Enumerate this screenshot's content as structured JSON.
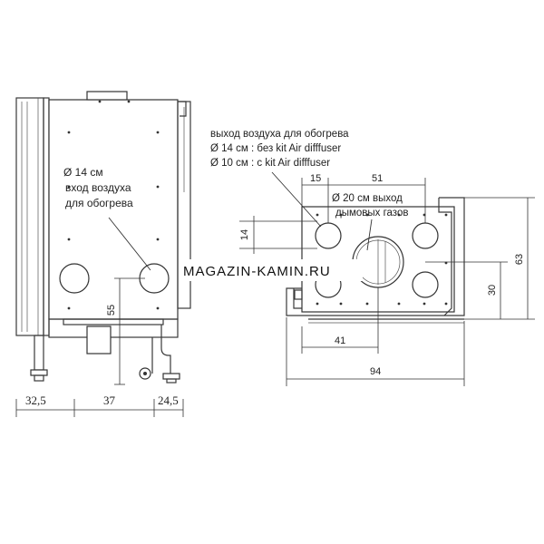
{
  "watermark": "MAGAZIN-KAMIN.RU",
  "front_view": {
    "label_dia": "Ø 14 см",
    "label_line2": "вход воздуха",
    "label_line3": "для обогрева",
    "dim_vertical": "55",
    "dim_left": "32,5",
    "dim_center": "37",
    "dim_right": "24,5"
  },
  "top_view": {
    "label_outlet_1": "выход воздуха для обогрева",
    "label_outlet_2": "Ø 14 см : без kit Air difffuser",
    "label_outlet_3": "Ø 10 см : с kit Air difffuser",
    "label_flue_1": "Ø 20 см выход",
    "label_flue_2": "дымовых газов",
    "dim_15": "15",
    "dim_51": "51",
    "dim_14": "14",
    "dim_30": "30",
    "dim_63": "63",
    "dim_41": "41",
    "dim_94": "94"
  }
}
